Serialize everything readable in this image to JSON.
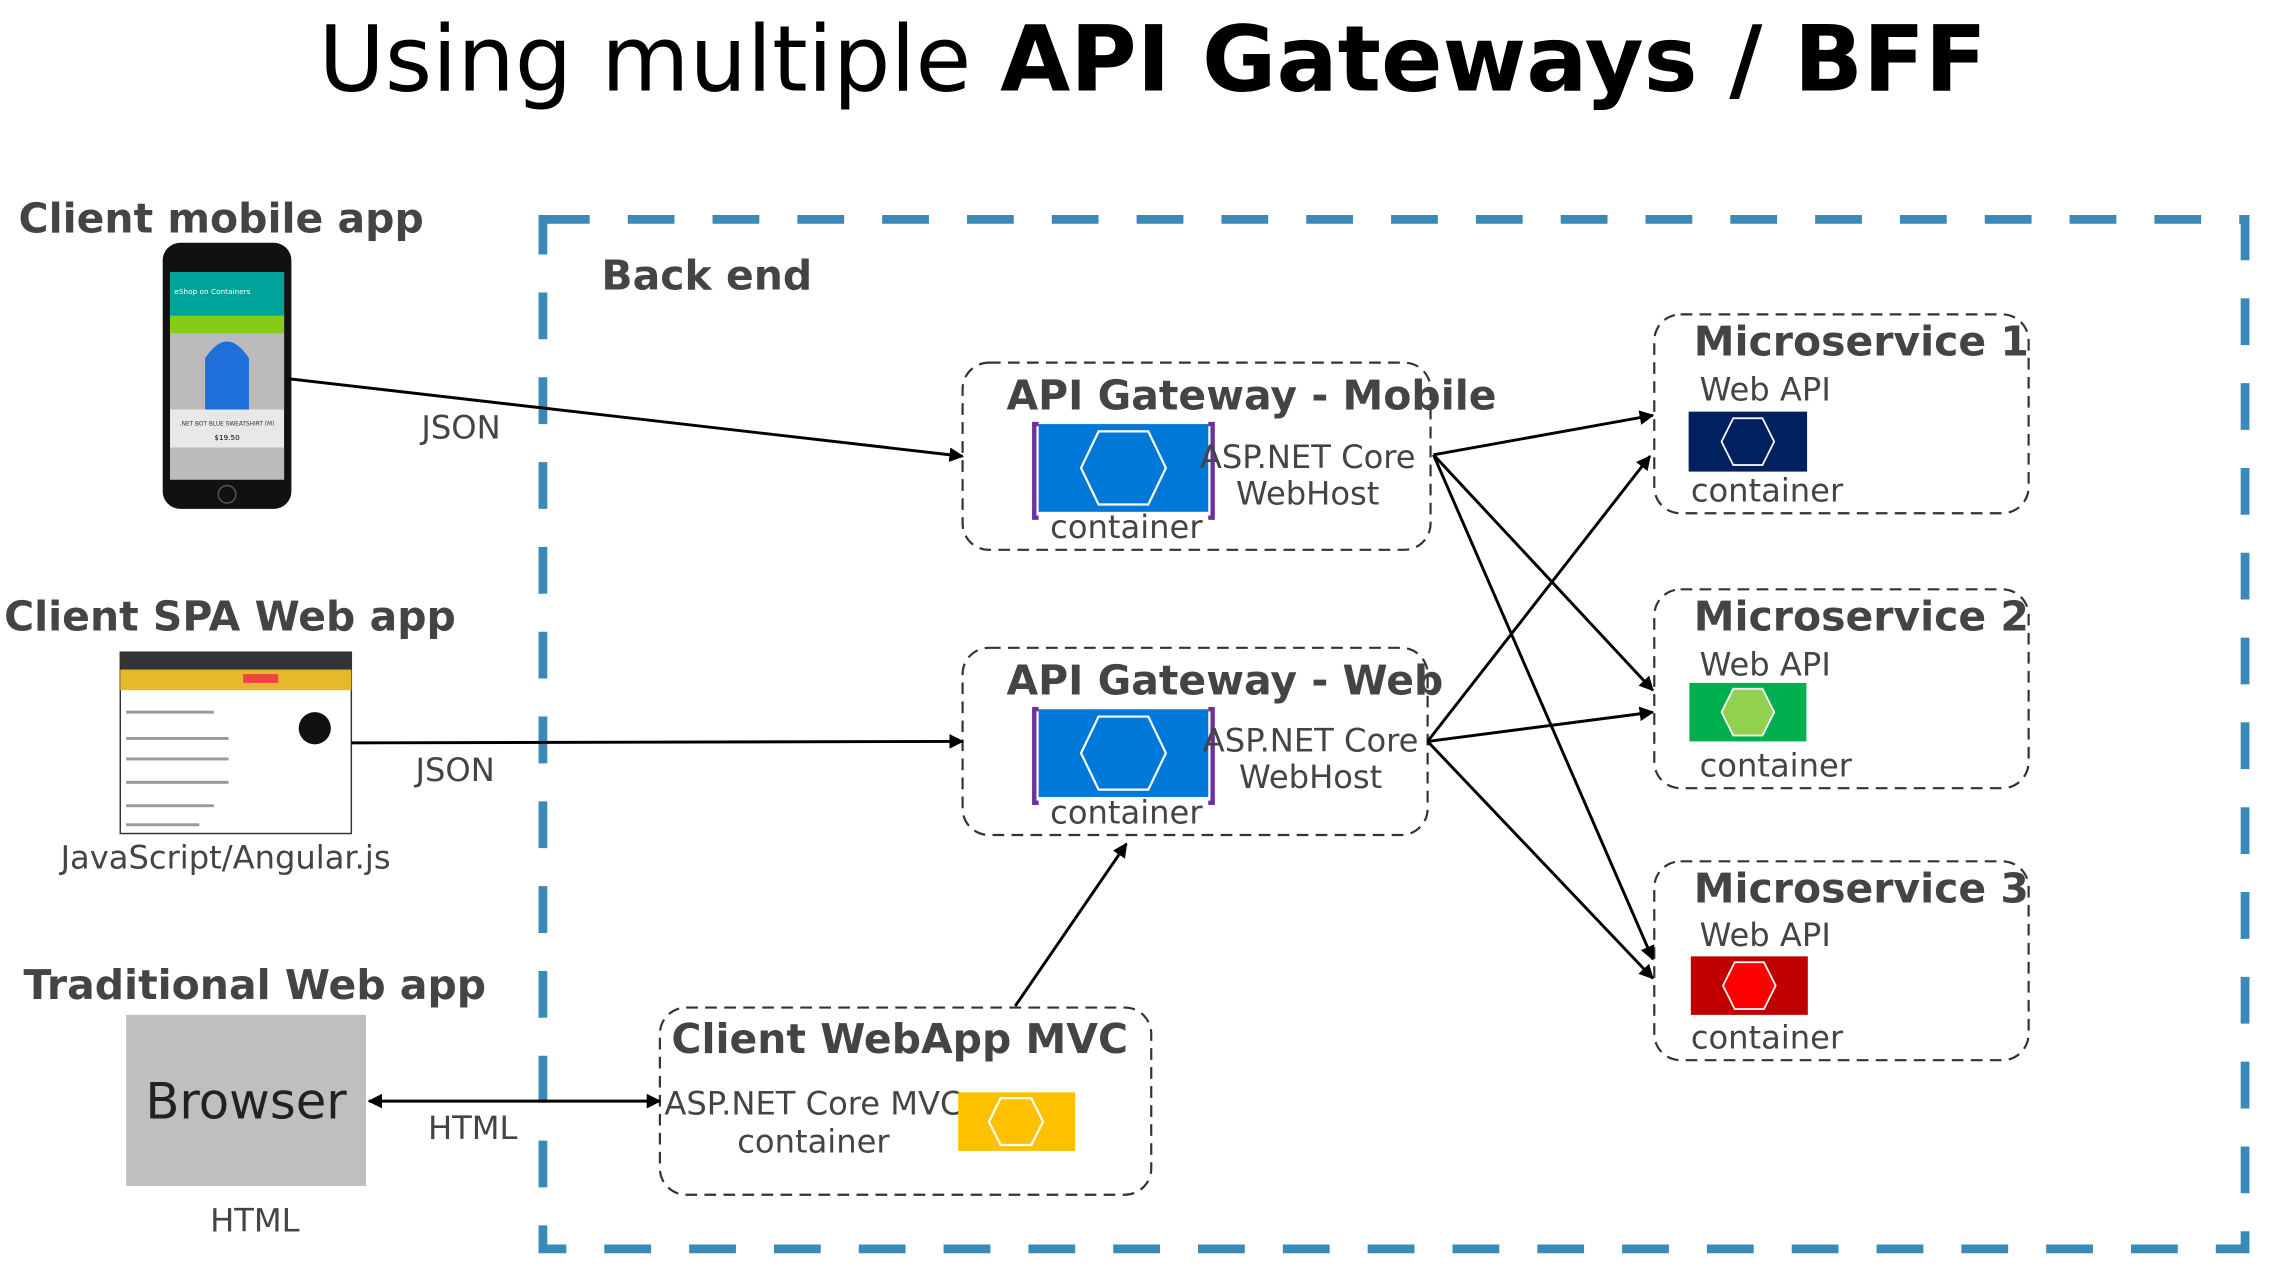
{
  "title": {
    "regular": "Using multiple ",
    "bold": "API Gateways / BFF"
  },
  "backend_label": "Back end",
  "clients": {
    "mobile": {
      "title": "Client mobile app",
      "protocol": "JSON",
      "app_title": "eShop on Containers",
      "product": ".NET BOT BLUE SWEATSHIRT (M)",
      "price": "$19.50"
    },
    "spa": {
      "title": "Client SPA Web app",
      "protocol": "JSON",
      "caption": "JavaScript/Angular.js"
    },
    "traditional": {
      "title": "Traditional Web app",
      "browser": "Browser",
      "protocol": "HTML",
      "caption": "HTML"
    }
  },
  "gateways": [
    {
      "title": "API Gateway - Mobile",
      "host_line1": "ASP.NET Core",
      "host_line2": "WebHost",
      "container": "container",
      "color": "#0078d7"
    },
    {
      "title": "API Gateway - Web",
      "host_line1": "ASP.NET Core",
      "host_line2": "WebHost",
      "container": "container",
      "color": "#0078d7"
    }
  ],
  "mvc": {
    "title": "Client WebApp MVC",
    "line1": "ASP.NET Core MVC",
    "line2": "container",
    "color": "#ffc000"
  },
  "microservices": [
    {
      "title": "Microservice 1",
      "api": "Web API",
      "container": "container",
      "color": "#002060",
      "hex": "#002060"
    },
    {
      "title": "Microservice 2",
      "api": "Web API",
      "container": "container",
      "color": "#00b050",
      "hex": "#92d050"
    },
    {
      "title": "Microservice 3",
      "api": "Web API",
      "container": "container",
      "color": "#c00000",
      "hex": "#ff0000"
    }
  ],
  "colors": {
    "backend_border": "#3a8ab8",
    "gateway_bracket": "#7030a0"
  }
}
